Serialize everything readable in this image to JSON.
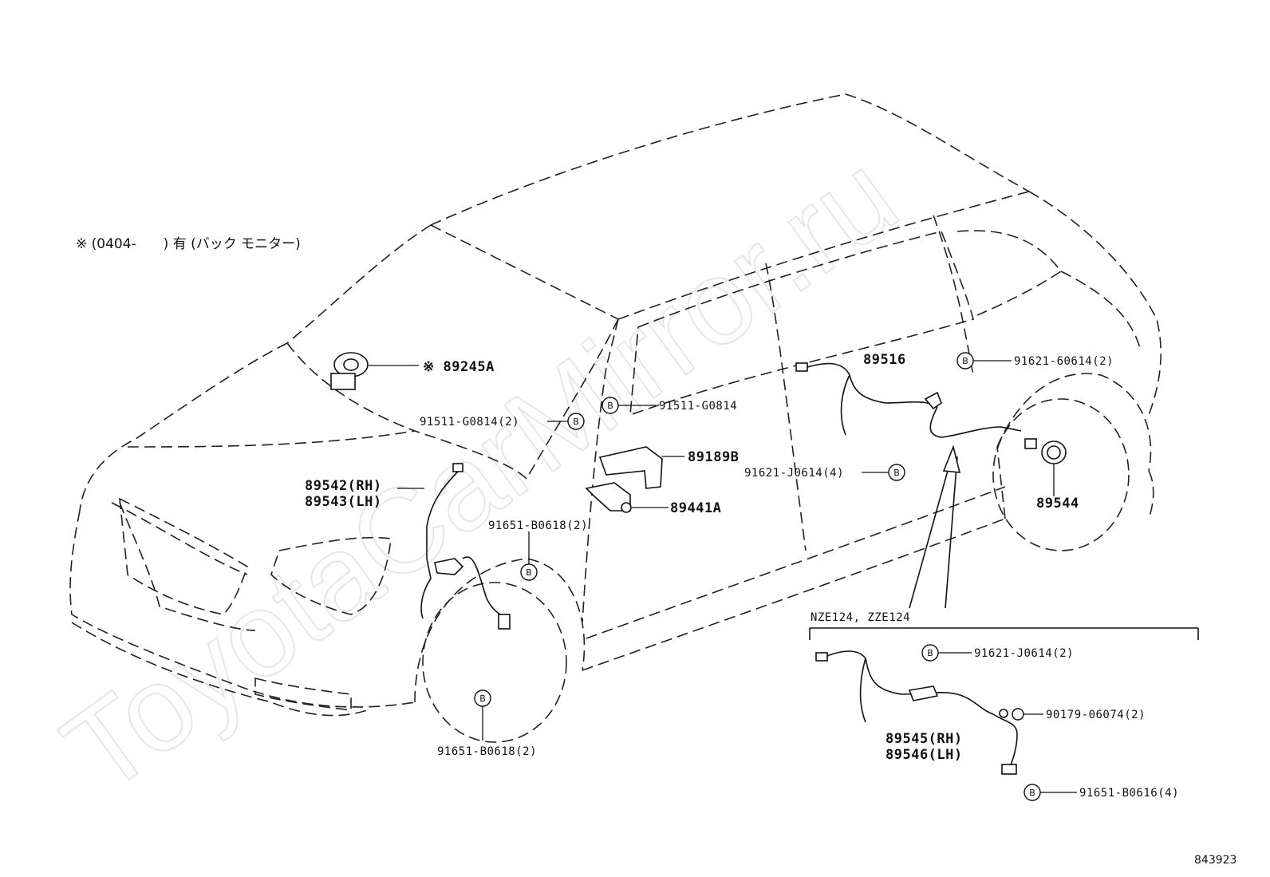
{
  "watermark": "ToyotaCarMirror.ru",
  "diagram_id": "843923",
  "note": "※ (0404-　　) 有 (バック モニター)",
  "variant_heading": "NZE124, ZZE124",
  "labels": {
    "p89245a": "※ 89245A",
    "p89516": "89516",
    "p91621_60614": "91621-60614(2)",
    "p91511_g0814_right": "91511-G0814",
    "p91511_g0814_left": "91511-G0814(2)",
    "p89189b": "89189B",
    "p91621_j0614_4": "91621-J0614(4)",
    "p89542": "89542(RH)",
    "p89543": "89543(LH)",
    "p89441a": "89441A",
    "p91651_b0618_top": "91651-B0618(2)",
    "p89544": "89544",
    "p91651_b0618_bottom": "91651-B0618(2)",
    "p91621_j0614_2": "91621-J0614(2)",
    "p90179": "90179-06074(2)",
    "p89545": "89545(RH)",
    "p89546": "89546(LH)",
    "p91651_b0616": "91651-B0616(4)"
  },
  "bolt_mark": "B"
}
